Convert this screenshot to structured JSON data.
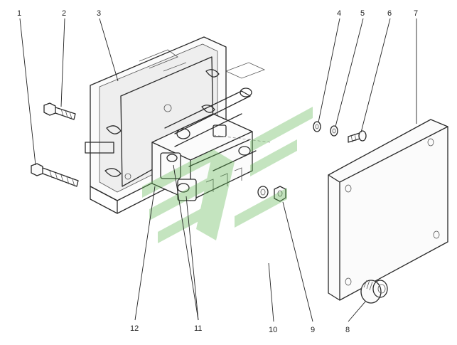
{
  "callouts": [
    {
      "id": "c1",
      "label": "1"
    },
    {
      "id": "c2",
      "label": "2"
    },
    {
      "id": "c3",
      "label": "3"
    },
    {
      "id": "c4",
      "label": "4"
    },
    {
      "id": "c5",
      "label": "5"
    },
    {
      "id": "c6",
      "label": "6"
    },
    {
      "id": "c7",
      "label": "7"
    },
    {
      "id": "c8",
      "label": "8"
    },
    {
      "id": "c9",
      "label": "9"
    },
    {
      "id": "c10",
      "label": "10"
    },
    {
      "id": "c11",
      "label": "11"
    },
    {
      "id": "c12",
      "label": "12"
    }
  ],
  "watermark": {
    "color": "#59b54a"
  }
}
